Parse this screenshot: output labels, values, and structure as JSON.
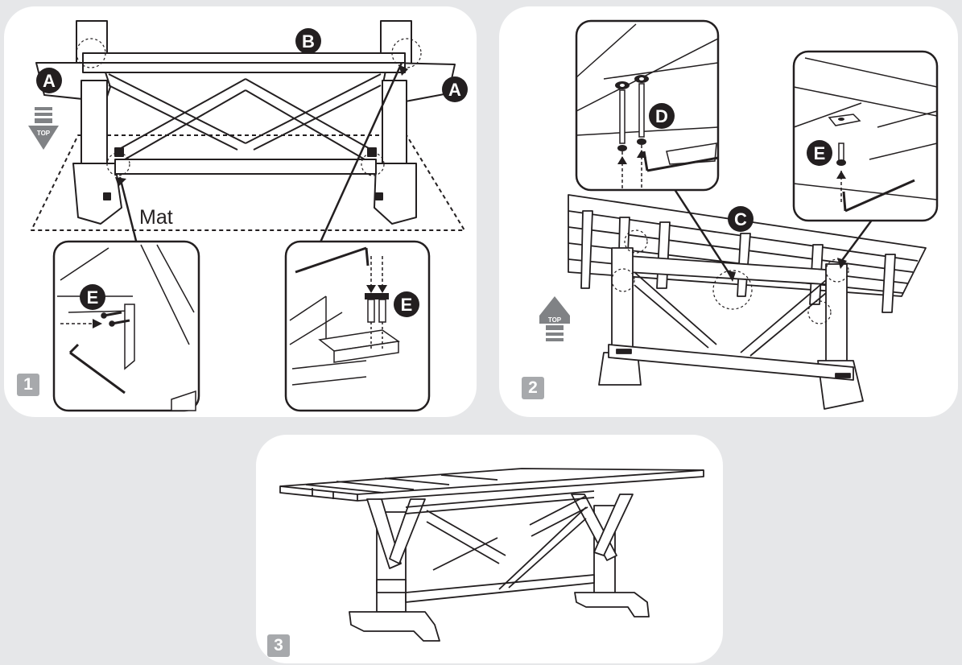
{
  "steps": [
    {
      "number": "1",
      "labels": {
        "a": "A",
        "b": "B",
        "e": "E",
        "mat": "Mat",
        "top": "TOP"
      }
    },
    {
      "number": "2",
      "labels": {
        "c": "C",
        "d": "D",
        "e": "E",
        "top": "TOP"
      }
    },
    {
      "number": "3"
    }
  ],
  "colors": {
    "background": "#e6e7e9",
    "panel": "#ffffff",
    "ink": "#231f20",
    "step_badge": "#a7a9ac",
    "arrow_gray": "#808285"
  }
}
